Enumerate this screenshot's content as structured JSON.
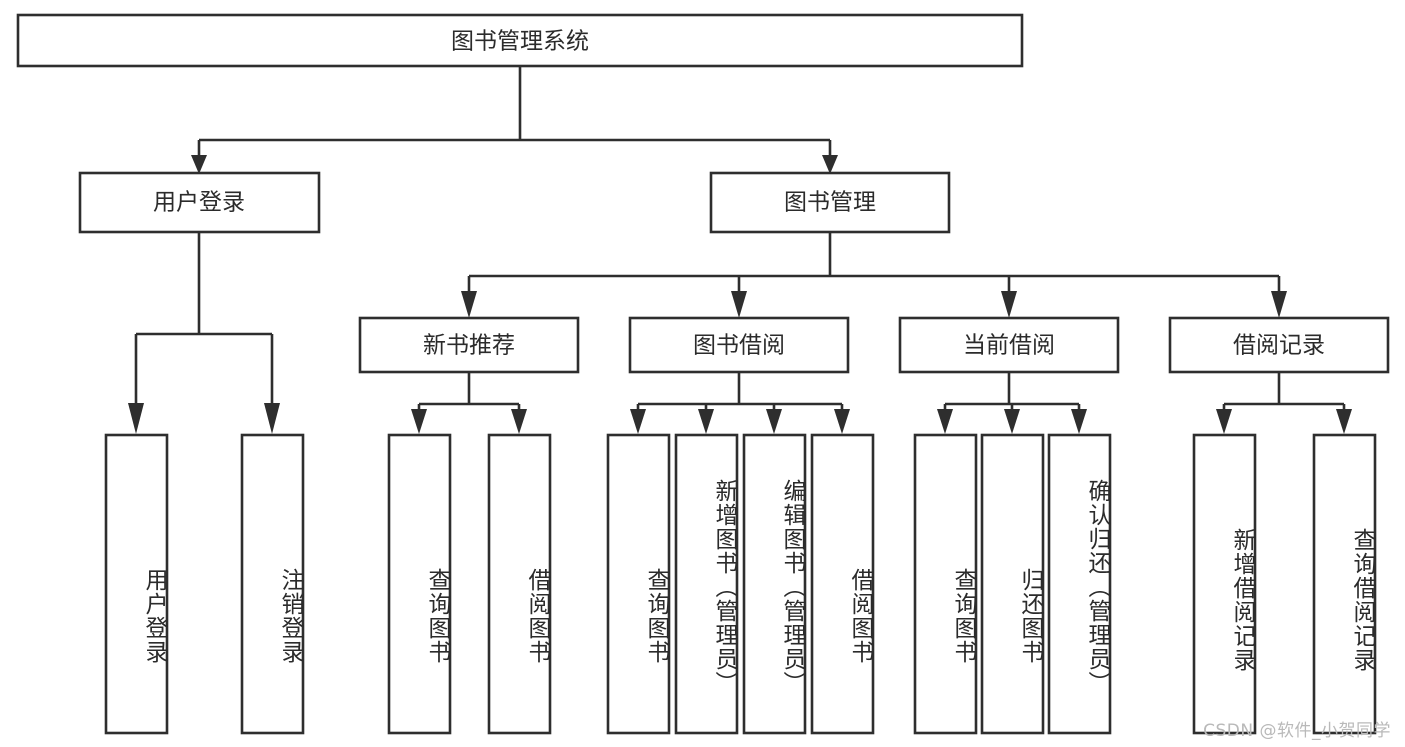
{
  "diagram": {
    "type": "tree",
    "title": "图书管理系统",
    "orientation": "top-down",
    "colors": {
      "background": "#ffffff",
      "box_stroke": "#2e2e2e",
      "box_fill": "#ffffff",
      "text": "#2b2b2b",
      "watermark": "#b9b9b9"
    },
    "root": {
      "id": "root",
      "label": "图书管理系统",
      "text_orientation": "horizontal"
    },
    "level2": [
      {
        "id": "user-login",
        "label": "用户登录",
        "text_orientation": "horizontal"
      },
      {
        "id": "book-manage",
        "label": "图书管理",
        "text_orientation": "horizontal"
      }
    ],
    "level3": [
      {
        "id": "new-book-recommend",
        "parent": "book-manage",
        "label": "新书推荐",
        "text_orientation": "horizontal"
      },
      {
        "id": "book-borrow",
        "parent": "book-manage",
        "label": "图书借阅",
        "text_orientation": "horizontal"
      },
      {
        "id": "current-borrow",
        "parent": "book-manage",
        "label": "当前借阅",
        "text_orientation": "horizontal"
      },
      {
        "id": "borrow-record",
        "parent": "book-manage",
        "label": "借阅记录",
        "text_orientation": "horizontal"
      }
    ],
    "leaves": [
      {
        "id": "leaf-user-login",
        "parent": "user-login",
        "label": "用户登录",
        "text_orientation": "vertical"
      },
      {
        "id": "leaf-user-logout",
        "parent": "user-login",
        "label": "注销登录",
        "text_orientation": "vertical"
      },
      {
        "id": "leaf-query-book-1",
        "parent": "new-book-recommend",
        "label": "查询图书",
        "text_orientation": "vertical"
      },
      {
        "id": "leaf-borrow-book-1",
        "parent": "new-book-recommend",
        "label": "借阅图书",
        "text_orientation": "vertical"
      },
      {
        "id": "leaf-query-book-2",
        "parent": "book-borrow",
        "label": "查询图书",
        "text_orientation": "vertical"
      },
      {
        "id": "leaf-add-book",
        "parent": "book-borrow",
        "label": "新增图书（管理员）",
        "text_orientation": "vertical"
      },
      {
        "id": "leaf-edit-book",
        "parent": "book-borrow",
        "label": "编辑图书（管理员）",
        "text_orientation": "vertical"
      },
      {
        "id": "leaf-borrow-book-2",
        "parent": "book-borrow",
        "label": "借阅图书",
        "text_orientation": "vertical"
      },
      {
        "id": "leaf-query-book-3",
        "parent": "current-borrow",
        "label": "查询图书",
        "text_orientation": "vertical"
      },
      {
        "id": "leaf-return-book",
        "parent": "current-borrow",
        "label": "归还图书",
        "text_orientation": "vertical"
      },
      {
        "id": "leaf-confirm-return",
        "parent": "current-borrow",
        "label": "确认归还（管理员）",
        "text_orientation": "vertical"
      },
      {
        "id": "leaf-add-record",
        "parent": "borrow-record",
        "label": "新增借阅记录",
        "text_orientation": "vertical"
      },
      {
        "id": "leaf-query-record",
        "parent": "borrow-record",
        "label": "查询借阅记录",
        "text_orientation": "vertical"
      }
    ]
  },
  "watermark": {
    "text": "CSDN @软件_小贺同学"
  }
}
